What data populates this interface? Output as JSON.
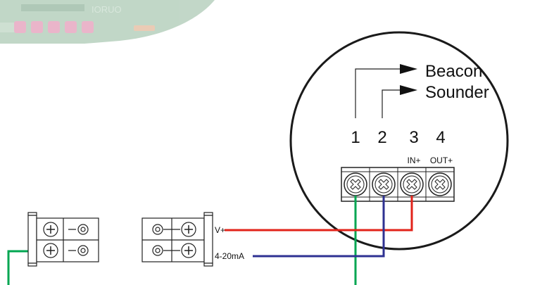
{
  "signals": {
    "beacon": "Beacon",
    "sounder": "Sounder"
  },
  "terminals": [
    {
      "number": "1",
      "function": ""
    },
    {
      "number": "2",
      "function": ""
    },
    {
      "number": "3",
      "function": "IN+"
    },
    {
      "number": "4",
      "function": "OUT+"
    }
  ],
  "wires": {
    "supply": {
      "label": "V+",
      "color": "#e2231a"
    },
    "signal": {
      "label": "4-20mA",
      "color": "#2e3192"
    },
    "ground": {
      "color": "#00a651"
    }
  },
  "pcb": {
    "silkscreen": "IORUO"
  }
}
